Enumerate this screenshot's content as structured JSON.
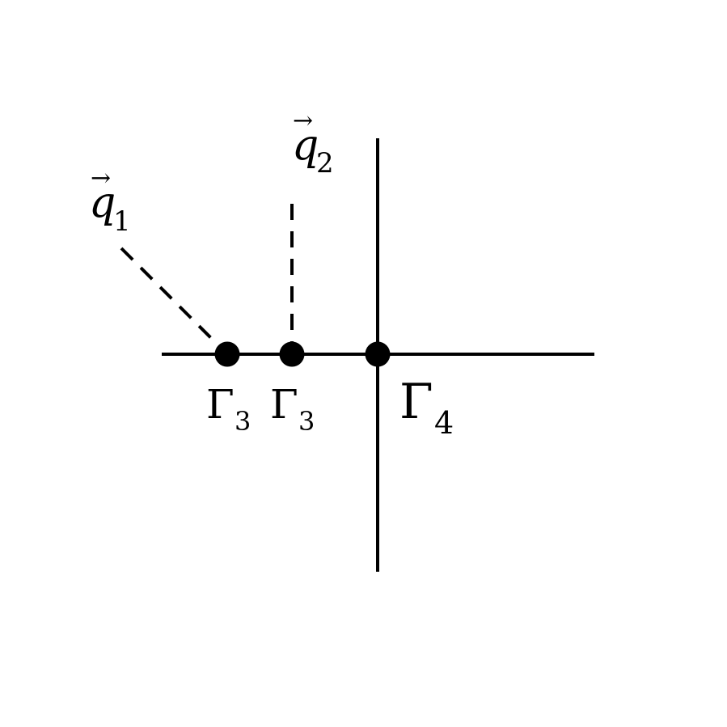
{
  "labels": {
    "q1": {
      "base": "q",
      "sub": "1",
      "vector_arrow": "→"
    },
    "q2": {
      "base": "q",
      "sub": "2",
      "vector_arrow": "→"
    },
    "gamma_a": {
      "base": "Γ",
      "sub": "3"
    },
    "gamma_b": {
      "base": "Γ",
      "sub": "3"
    },
    "gamma_c": {
      "base": "Γ",
      "sub": "4"
    }
  },
  "colors": {
    "stroke": "#000000",
    "background": "#ffffff"
  }
}
